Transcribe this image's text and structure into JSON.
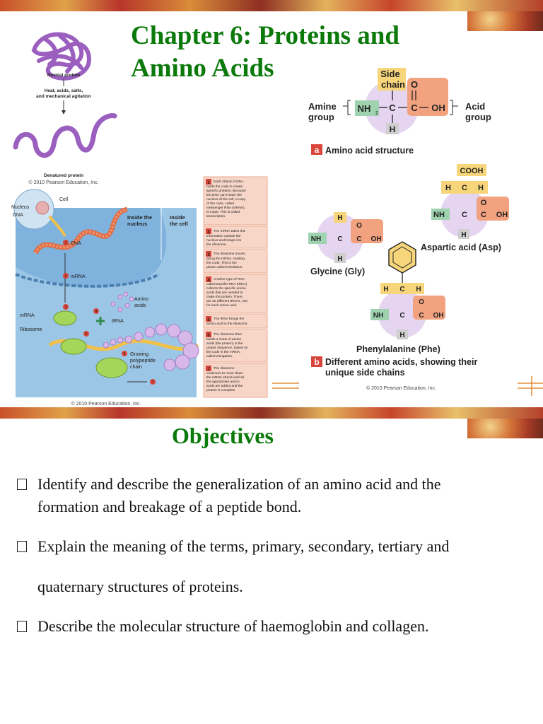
{
  "title": {
    "line1": "Chapter 6: Proteins and",
    "line2": "Amino Acids"
  },
  "protein_figure": {
    "normal_protein": "Normal protein",
    "agents_line1": "Heat, acids, salts,",
    "agents_line2": "and mechanical agitation",
    "denatured_protein": "Denatured protein",
    "credit": "© 2010 Pearson Education, Inc."
  },
  "translation_figure": {
    "cell": "Cell",
    "nucleus": "Nucleus",
    "dna_small": "DNA",
    "inside_nucleus_1": "Inside the",
    "inside_nucleus_2": "nucleus",
    "inside_cell_1": "Inside",
    "inside_cell_2": "the cell",
    "dna": "DNA",
    "mrna": "mRNA",
    "mrna_left": "mRNA",
    "ribosome": "Ribosome",
    "amino_acids_1": "Amino",
    "amino_acids_2": "acids",
    "trna": "tRNA",
    "growing_1": "Growing",
    "growing_2": "polypeptide",
    "growing_3": "chain",
    "credit": "© 2010 Pearson Education, Inc.",
    "steps": [
      {
        "num": "1",
        "lines": [
          "Each strand of DNA",
          "holds the code to create",
          "specific proteins. Because",
          "the DNA can't leave the",
          "nucleus of the cell, a copy",
          "of the code, called",
          "messenger RNA (mRNA),",
          "is made. This is called",
          "transcription."
        ]
      },
      {
        "num": "2",
        "lines": [
          "The mRNA takes this",
          "information outside the",
          "nucleus and brings it to",
          "the ribosome."
        ]
      },
      {
        "num": "3",
        "lines": [
          "The ribosome moves",
          "along the mRNA, reading",
          "the code. This is the",
          "phase called translation."
        ]
      },
      {
        "num": "4",
        "lines": [
          "Another type of RNA",
          "called transfer RNA (tRNA)",
          "collects the specific amino",
          "acids that are needed to",
          "make the protein. There",
          "are 20 different tRNAs, one",
          "for each amino acid."
        ]
      },
      {
        "num": "5",
        "lines": [
          "The tRNA brings the",
          "amino acid to the ribosome."
        ]
      },
      {
        "num": "6",
        "lines": [
          "The ribosome then",
          "builds a chain of amino",
          "acids (the protein) in the",
          "proper sequence, based on",
          "the code in the mRNA,",
          "called elongation."
        ]
      },
      {
        "num": "7",
        "lines": [
          "The ribosome",
          "continues to move down",
          "the mRNA strand until all",
          "the appropriate amino",
          "acids are added and the",
          "protein is complete."
        ]
      }
    ]
  },
  "amino_figure": {
    "side_chain_1": "Side",
    "side_chain_2": "chain",
    "amine_1": "Amine",
    "amine_2": "group",
    "acid_1": "Acid",
    "acid_2": "group",
    "nh2": "NH",
    "c": "C",
    "o": "O",
    "oh": "OH",
    "h": "H",
    "cooh": "COOH",
    "badge_a": "a",
    "caption_a": "Amino acid structure",
    "glycine": "Glycine (Gly)",
    "aspartic": "Aspartic acid (Asp)",
    "phenylalanine": "Phenylalanine (Phe)",
    "badge_b": "b",
    "caption_b_1": "Different amino acids, showing their",
    "caption_b_2": "unique side chains",
    "credit": "© 2010 Pearson Education, Inc."
  },
  "objectives": {
    "heading": "Objectives",
    "items": [
      {
        "lines": [
          "Identify and describe the generalization of an amino acid and the",
          "formation and breakage of a peptide bond."
        ]
      },
      {
        "lines": [
          "Explain the meaning of the terms, primary, secondary, tertiary and"
        ]
      },
      {
        "lines": [
          "quaternary structures of proteins."
        ]
      },
      {
        "lines": [
          "Describe the molecular structure of haemoglobin and collagen."
        ]
      }
    ]
  },
  "colors": {
    "title_green": "#0b7a0b",
    "step_panel": "#f7d6c8",
    "step_num": "#d9453a",
    "nucleus_blue": "#7fb2dc"
  }
}
